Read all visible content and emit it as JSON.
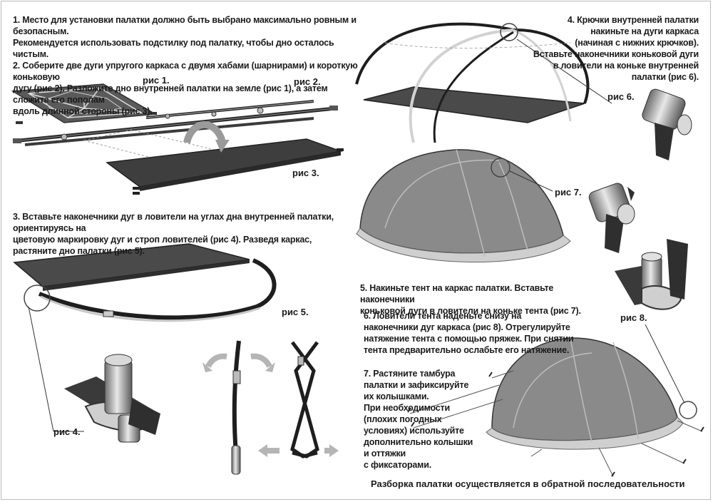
{
  "instructions": {
    "step12": [
      "1. Место для установки палатки должно быть выбрано максимально ровным и безопасным.",
      "Рекомендуется использовать подстилку под палатку, чтобы дно осталось чистым.",
      "2. Соберите две дуги упругого каркаса с двумя хабами (шарнирами) и короткую коньковую",
      "дугу (рис 2). Разложите дно внутренней палатки на земле (рис 1), а затем сложите его пополам",
      "вдоль длинной стороны (рис 3)."
    ],
    "step3": [
      "3. Вставьте наконечники дуг в ловители на углах дна внутренней палатки, ориентируясь на",
      "цветовую маркировку дуг и строп ловителей (рис 4). Разведя каркас, растяните дно палатки (рис 5)."
    ],
    "step4": [
      "4. Крючки внутренней палатки",
      "накиньте на дуги каркаса",
      "(начиная с нижних крючков).",
      "Вставьте наконечники коньковой дуги",
      "в ловители на коньке внутренней",
      "палатки (рис 6)."
    ],
    "step5": [
      "5. Накиньте тент на каркас палатки. Вставьте наконечники",
      "коньковой дуги в ловители на коньке тента (рис 7)."
    ],
    "step6": [
      "6. Ловители тента наденьте снизу на",
      "наконечники дуг каркаса (рис 8). Отрегулируйте",
      "натяжение тента с помощью пряжек. При снятии",
      "тента предварительно ослабьте его натяжение."
    ],
    "step7": [
      "7. Растяните тамбура",
      "палатки и зафиксируйте",
      "их колышками.",
      "При необходимости",
      "(плохих погодных",
      "условиях) используйте",
      "дополнительно колышки",
      "и оттяжки",
      "с фиксаторами."
    ]
  },
  "figure_labels": {
    "fig1": "рис 1.",
    "fig2": "рис 2.",
    "fig3": "рис 3.",
    "fig4": "рис 4.",
    "fig5": "рис 5.",
    "fig6": "рис 6.",
    "fig7": "рис 7.",
    "fig8": "рис 8."
  },
  "footer": "Разборка палатки осуществляется в обратной последовательности",
  "colors": {
    "fabric_dark": "#4a4a4a",
    "fabric_mid": "#7a7a7a",
    "fly_gray": "#8c8c8c",
    "fly_rim": "#c8c8c8",
    "pole": "#2a2a2a",
    "pole_light": "#d0d0d0",
    "arrow_gray": "#b5b5b5"
  }
}
